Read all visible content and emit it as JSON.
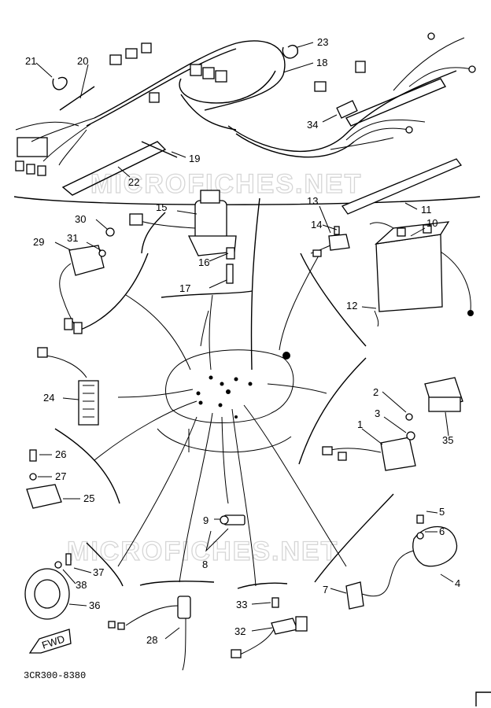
{
  "diagram": {
    "reference_code": "3CR300-8380",
    "watermark": "MICROFICHES.NET",
    "direction_marker": "FWD",
    "callouts": {
      "c1": "1",
      "c2": "2",
      "c3": "3",
      "c4": "4",
      "c5": "5",
      "c6": "6",
      "c7": "7",
      "c8": "8",
      "c9": "9",
      "c10": "10",
      "c11": "11",
      "c12": "12",
      "c13": "13",
      "c14": "14",
      "c15": "15",
      "c16": "16",
      "c17": "17",
      "c18": "18",
      "c19": "19",
      "c20": "20",
      "c21": "21",
      "c22": "22",
      "c23": "23",
      "c24": "24",
      "c25": "25",
      "c26": "26",
      "c27": "27",
      "c28": "28",
      "c29": "29",
      "c30": "30",
      "c31": "31",
      "c32": "32",
      "c33": "33",
      "c34": "34",
      "c35": "35",
      "c36": "36",
      "c37": "37",
      "c38": "38"
    }
  }
}
